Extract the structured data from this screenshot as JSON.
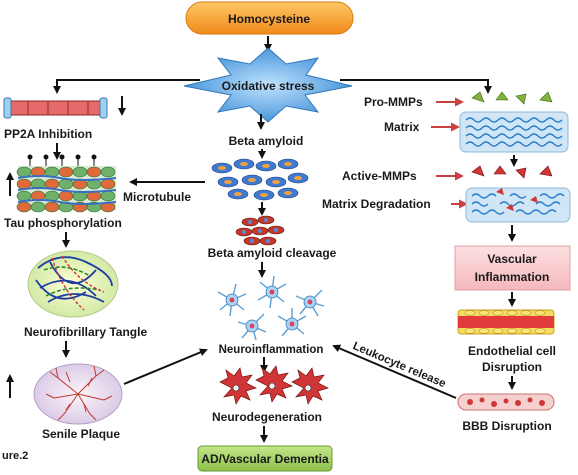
{
  "title_box": "Homocysteine",
  "nodes": {
    "oxidative_stress": "Oxidative stress",
    "pp2a_inhibition": "PP2A Inhibition",
    "beta_amyloid": "Beta amyloid",
    "microtubule": "Microtubule",
    "tau_phosphorylation": "Tau phosphorylation",
    "beta_amyloid_cleavage": "Beta amyloid cleavage",
    "neurofibrillary_tangle": "Neurofibrillary Tangle",
    "neuroinflammation": "Neuroinflammation",
    "senile_plaque": "Senile Plaque",
    "neurodegeneration": "Neurodegeneration",
    "ad_vascular_dementia": "AD/Vascular Dementia",
    "pro_mmps": "Pro-MMPs",
    "matrix": "Matrix",
    "active_mmps": "Active-MMPs",
    "matrix_degradation": "Matrix Degradation",
    "vascular_inflammation_line1": "Vascular",
    "vascular_inflammation_line2": "Inflammation",
    "endothelial_line1": "Endothelial cell",
    "endothelial_line2": "Disruption",
    "leukocyte_release": "Leukocyte release",
    "bbb_disruption": "BBB Disruption",
    "figure_label": "ure.2"
  },
  "colors": {
    "homocysteine_fill": "#f4a030",
    "starburst_fill": "#5aa9e6",
    "vascular_box_fill": "#f8d0d2",
    "dementia_box_fill": "#a8d06a",
    "arrow": "#111111",
    "red_arrow": "#c94040"
  }
}
